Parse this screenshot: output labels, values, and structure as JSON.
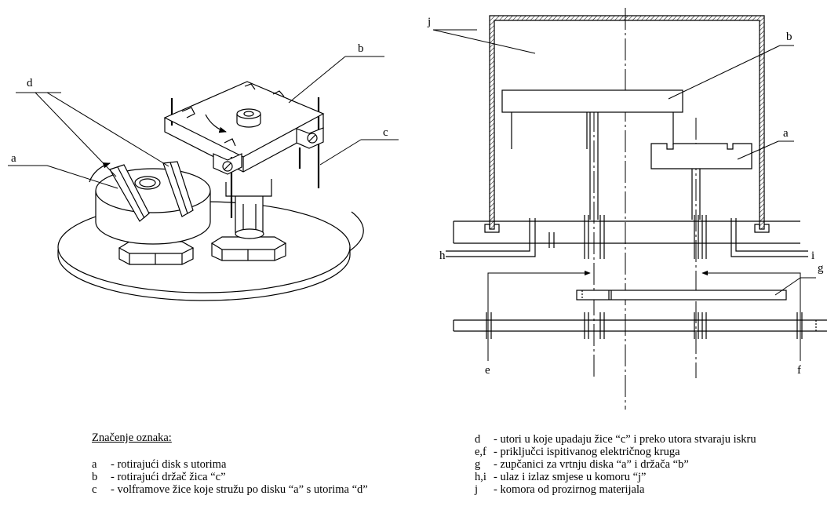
{
  "labels": {
    "left": {
      "a": "a",
      "b": "b",
      "c": "c",
      "d": "d"
    },
    "right": {
      "j": "j",
      "b": "b",
      "a": "a",
      "g": "g",
      "h": "h",
      "i": "i",
      "e": "e",
      "f": "f"
    }
  },
  "legend": {
    "title": "Značenje oznaka:",
    "left_items": [
      {
        "key": "a",
        "text": "- rotirajući disk s utorima"
      },
      {
        "key": "b",
        "text": "- rotirajući držač žica “c”"
      },
      {
        "key": "c",
        "text": "- volframove žice koje stružu po disku “a” s utorima “d”"
      }
    ],
    "right_items": [
      {
        "key": "d",
        "text": "- utori u koje upadaju žice “c” i preko utora stvaraju iskru"
      },
      {
        "key": "e,f",
        "text": "- priključci ispitivanog električnog kruga"
      },
      {
        "key": "g",
        "text": "- zupčanici za vrtnju diska “a” i držača “b”"
      },
      {
        "key": "h,i",
        "text": "- ulaz i izlaz smjese u komoru “j”"
      },
      {
        "key": "j",
        "text": "- komora od prozirnog materijala"
      }
    ]
  }
}
